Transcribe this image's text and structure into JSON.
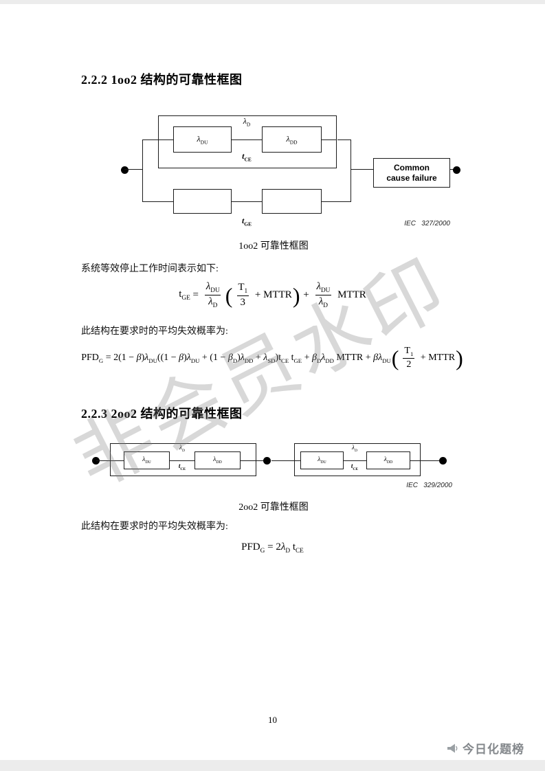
{
  "page": {
    "number": "10",
    "watermark": "非会员水印",
    "footer_logo": "今日化题榜"
  },
  "section_222": {
    "heading": "2.2.2 1oo2 结构的可靠性框图",
    "caption": "1oo2 可靠性框图",
    "para_time": "系统等效停止工作时间表示如下:",
    "para_pfd": "此结构在要求时的平均失效概率为:"
  },
  "section_223": {
    "heading": "2.2.3 2oo2 结构的可靠性框图",
    "caption": "2oo2 可靠性框图",
    "para_pfd": "此结构在要求时的平均失效概率为:"
  },
  "diagram_1oo2": {
    "lambda_d": {
      "base": "λ",
      "sub": "D"
    },
    "lambda_du": {
      "base": "λ",
      "sub": "DU"
    },
    "lambda_dd": {
      "base": "λ",
      "sub": "DD"
    },
    "t_ce": {
      "base": "t",
      "sub": "CE"
    },
    "t_ge": {
      "base": "t",
      "sub": "GE"
    },
    "ccf_line1": "Common",
    "ccf_line2": "cause failure",
    "iec_ref": "IEC   327/2000"
  },
  "diagram_2oo2": {
    "lambda_d": {
      "base": "λ",
      "sub": "D"
    },
    "lambda_du": {
      "base": "λ",
      "sub": "DU"
    },
    "lambda_dd": {
      "base": "λ",
      "sub": "DD"
    },
    "t_ce": {
      "base": "t",
      "sub": "CE"
    },
    "iec_ref": "IEC   329/2000"
  },
  "formulas": {
    "tge": {
      "lhs": "t",
      "lhs_sub": "GE",
      "eq": " = ",
      "fa_num": "λ",
      "fa_num_sub": "DU",
      "fa_den": "λ",
      "fa_den_sub": "D",
      "lp": "(",
      "fb_num": "T",
      "fb_num_sub": "1",
      "fb_den": "3",
      "plus_mttr": " + MTTR",
      "rp": ")",
      "plus": " + ",
      "fc_num": "λ",
      "fc_num_sub": "DU",
      "fc_den": "λ",
      "fc_den_sub": "D",
      "mttr2": " MTTR"
    },
    "pfd_1oo2": {
      "tokens": [
        {
          "t": "PFD",
          "sub": "G"
        },
        {
          "t": " = 2(1 − "
        },
        {
          "t": "β",
          "it": true
        },
        {
          "t": ")"
        },
        {
          "t": "λ",
          "it": true,
          "sub": "DU"
        },
        {
          "t": "((1 − "
        },
        {
          "t": "β",
          "it": true
        },
        {
          "t": ")"
        },
        {
          "t": "λ",
          "it": true,
          "sub": "DU"
        },
        {
          "t": " + (1 − "
        },
        {
          "t": "β",
          "it": true,
          "sub": "D"
        },
        {
          "t": ")"
        },
        {
          "t": "λ",
          "it": true,
          "sub": "DD"
        },
        {
          "t": " + "
        },
        {
          "t": "λ",
          "it": true,
          "sub": "SD"
        },
        {
          "t": ")t",
          "sub": "CE"
        },
        {
          "t": " t",
          "sub": "GE"
        },
        {
          "t": " + "
        },
        {
          "t": "β",
          "it": true,
          "sub": "D"
        },
        {
          "t": "λ",
          "it": true,
          "sub": "DD"
        },
        {
          "t": " MTTR + "
        },
        {
          "t": "β",
          "it": true
        },
        {
          "t": "λ",
          "it": true,
          "sub": "DU"
        }
      ],
      "lp": "(",
      "frac_num": "T",
      "frac_num_sub": "1",
      "frac_den": "2",
      "tail": " + MTTR",
      "rp": ")"
    },
    "pfd_2oo2": {
      "tokens": [
        {
          "t": "PFD",
          "sub": "G"
        },
        {
          "t": " = 2"
        },
        {
          "t": "λ",
          "it": true,
          "sub": "D"
        },
        {
          "t": " t",
          "sub": "CE"
        }
      ]
    }
  },
  "colors": {
    "footer_gray": "#84888c",
    "watermark_gray": "#7d7d7d",
    "line_black": "#1a1a1a"
  }
}
